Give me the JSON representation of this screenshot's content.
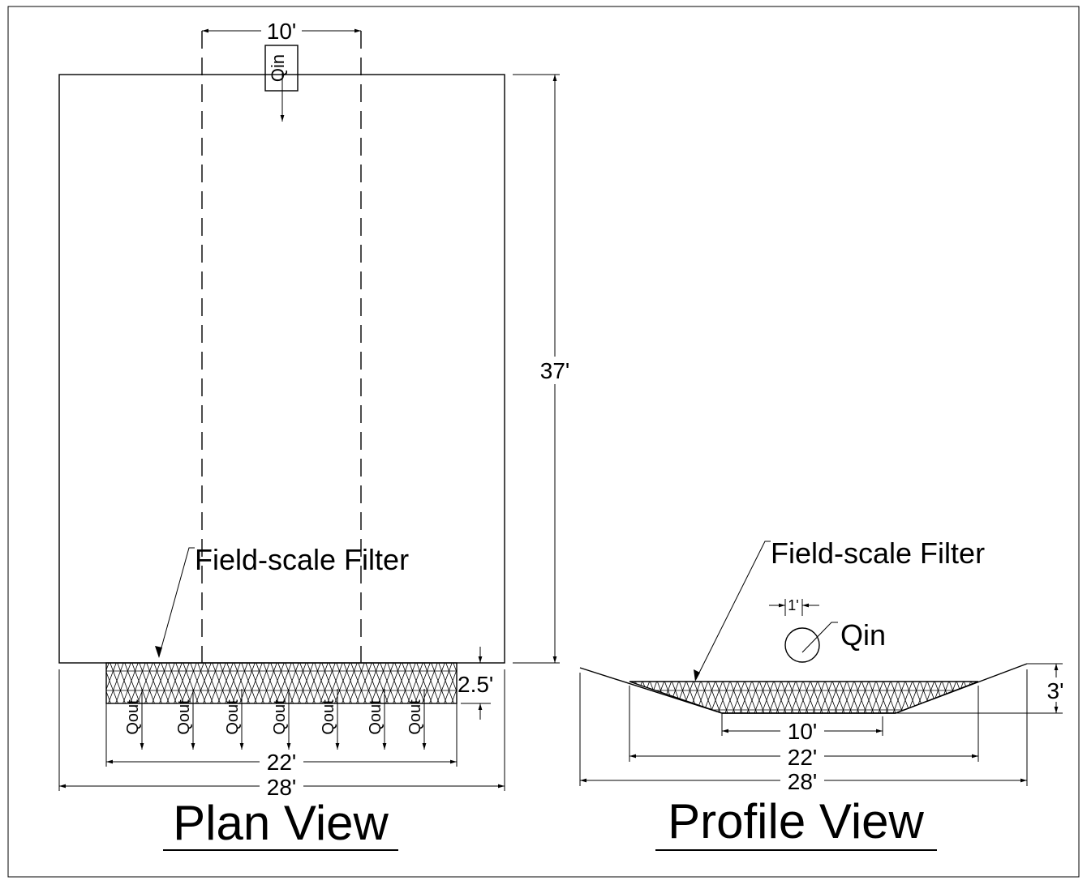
{
  "plan_view": {
    "title": "Plan View",
    "filter_label": "Field-scale Filter",
    "inlet_label": "Qin",
    "outlet_label": "Qout",
    "outlet_count": 7,
    "dims": {
      "top_width": "10'",
      "length": "37'",
      "filter_width": "22'",
      "total_width": "28'",
      "filter_depth": "2.5'"
    }
  },
  "profile_view": {
    "title": "Profile View",
    "filter_label": "Field-scale Filter",
    "inlet_label": "Qin",
    "dims": {
      "pipe_diameter": "1'",
      "depth": "3'",
      "bottom_width": "10'",
      "filter_width": "22'",
      "total_width": "28'"
    }
  }
}
